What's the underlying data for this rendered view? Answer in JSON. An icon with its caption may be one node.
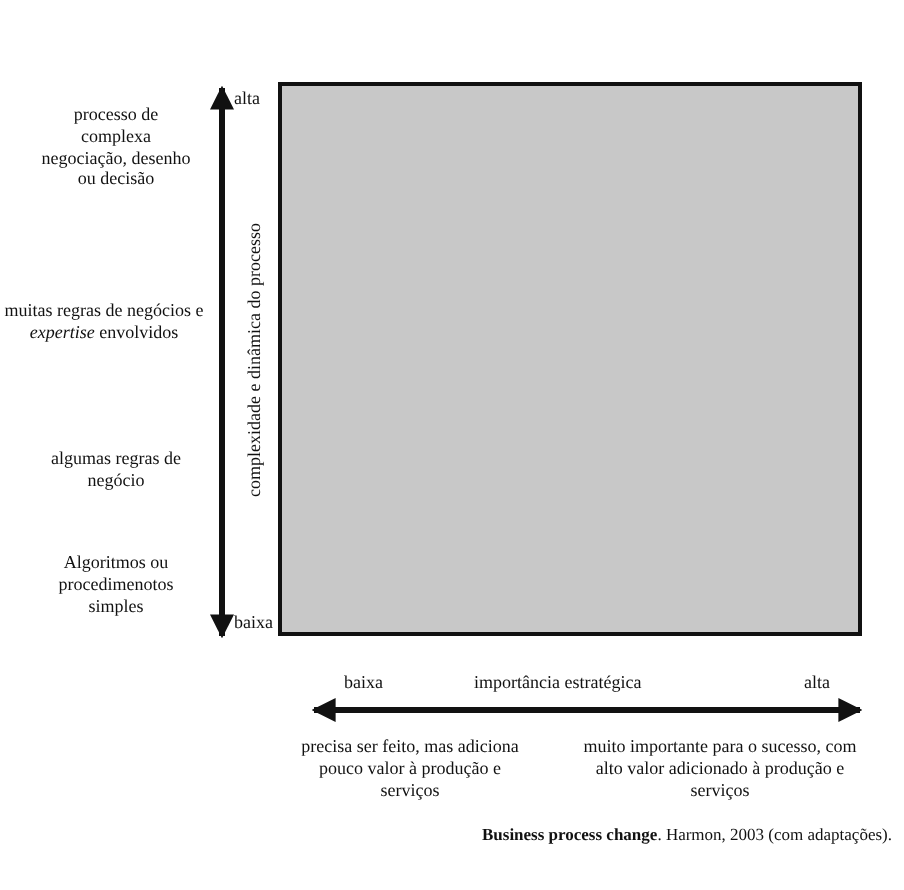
{
  "diagram": {
    "caption": "**Business process change**. Harmon, 2003 (com adaptações).",
    "nodes": [
      {
        "text": [],
        "shape": "box"
      }
    ],
    "labels": [
      "processo de complexa negociação, desenho ou decisão",
      "muitas regras de negócios e *expertise* envolvidos",
      "algumas regras de negócio",
      "Algoritmos ou procedimenotos simples",
      "alta",
      "complexidade e dinâmica do processo",
      "baixa",
      "baixa",
      "importância estratégica",
      "alta",
      "precisa ser feito, mas adiciona pouco valor à produção e serviços",
      "muito importante para o sucesso, com alto valor adicionado à produção e serviços"
    ]
  }
}
